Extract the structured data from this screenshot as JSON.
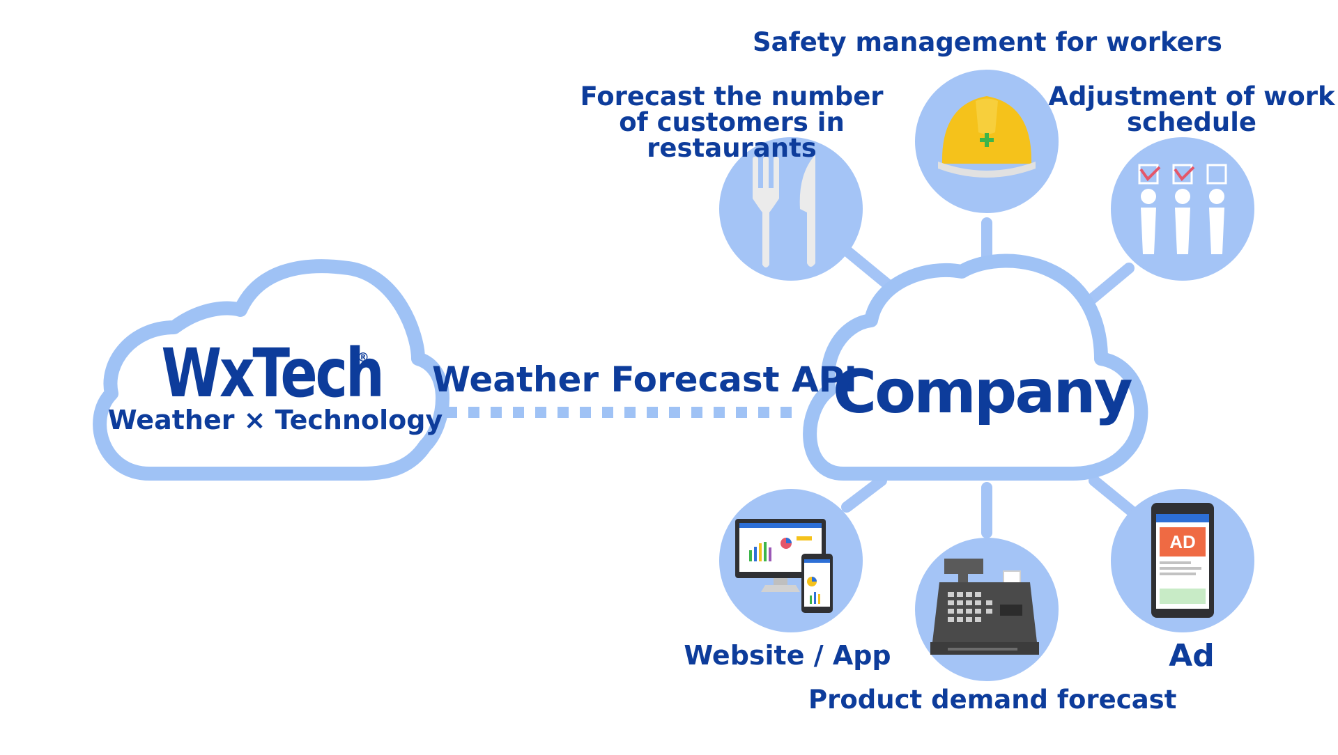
{
  "brand": {
    "name": "WxTech",
    "registered": "®",
    "tagline": "Weather × Technology"
  },
  "connection_label": "Weather Forecast API",
  "hub_label": "Company",
  "uses": {
    "restaurants": "Forecast the number of customers in restaurants",
    "safety": "Safety management for workers",
    "schedule": "Adjustment of work schedule",
    "website": "Website / App",
    "demand": "Product demand forecast",
    "ad": "Ad"
  },
  "icons": {
    "restaurants": "fork-knife-icon",
    "safety": "hard-hat-icon",
    "schedule": "workers-checklist-icon",
    "website": "monitor-phone-icon",
    "demand": "cash-register-icon",
    "ad": "smartphone-ad-icon",
    "ad_badge": "AD"
  },
  "colors": {
    "accent": "#0d3c9b",
    "cloud_outline": "#9fc2f5",
    "circle_fill": "#a4c4f6",
    "helmet": "#f5c21b",
    "cross": "#3db54a"
  }
}
